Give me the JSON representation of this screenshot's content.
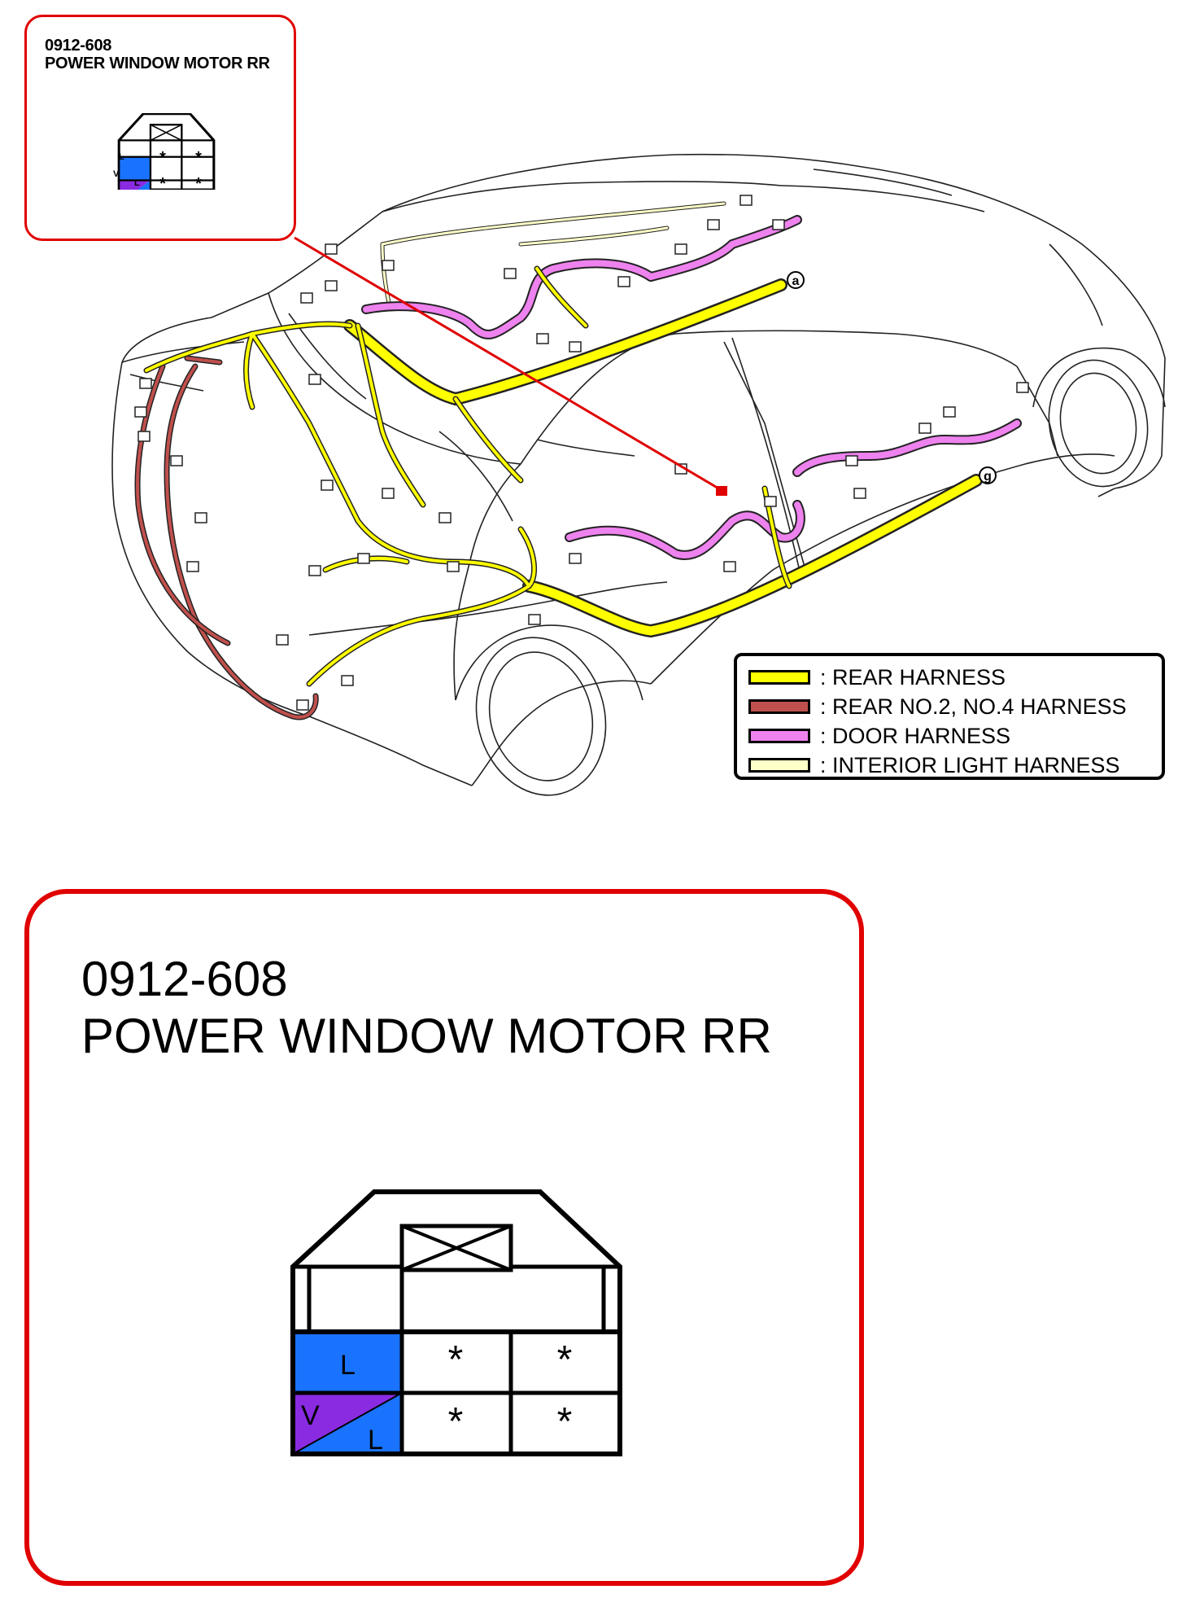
{
  "small_callout": {
    "code": "0912-608",
    "name": "POWER WINDOW MOTOR RR"
  },
  "large_callout": {
    "code": "0912-608",
    "name": "POWER WINDOW MOTOR RR"
  },
  "connector": {
    "pins": [
      {
        "row": 1,
        "col": 1,
        "wire": "L",
        "colors": [
          "#1a73ff"
        ]
      },
      {
        "row": 1,
        "col": 2,
        "wire": "*",
        "colors": []
      },
      {
        "row": 1,
        "col": 3,
        "wire": "*",
        "colors": []
      },
      {
        "row": 2,
        "col": 1,
        "wire": "V/L",
        "colors": [
          "#8a2be2",
          "#1a73ff"
        ],
        "label_top": "V",
        "label_bottom": "L"
      },
      {
        "row": 2,
        "col": 2,
        "wire": "*",
        "colors": []
      },
      {
        "row": 2,
        "col": 3,
        "wire": "*",
        "colors": []
      }
    ]
  },
  "markers": {
    "a": "a",
    "g": "g"
  },
  "legend": {
    "items": [
      {
        "label": ": REAR HARNESS",
        "color": "#ffff00"
      },
      {
        "label": ": REAR NO.2, NO.4 HARNESS",
        "color": "#c0504d"
      },
      {
        "label": ": DOOR HARNESS",
        "color": "#ee82ee"
      },
      {
        "label": ": INTERIOR LIGHT HARNESS",
        "color": "#ffffc8"
      }
    ]
  },
  "colors": {
    "callout_border": "#e00000",
    "rear_harness": "#ffff00",
    "rear_no2_no4_harness": "#c0504d",
    "door_harness": "#ee82ee",
    "interior_light_harness": "#ffffc8",
    "wire_blue": "#1a73ff",
    "wire_violet": "#8a2be2"
  }
}
